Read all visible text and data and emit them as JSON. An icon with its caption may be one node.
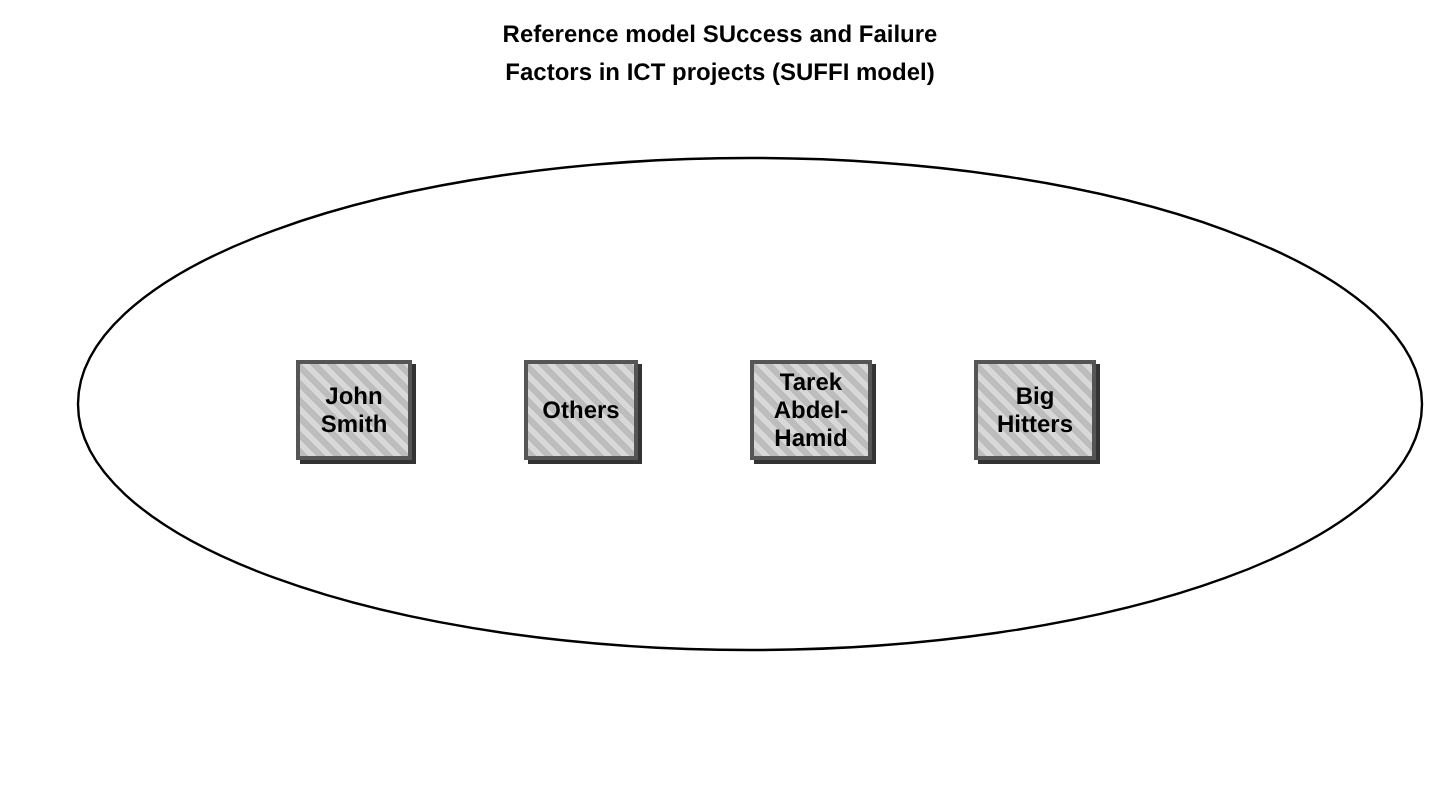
{
  "diagram": {
    "title": "Reference model SUccess and Failure Factors in ICT projects (SUFFI model)",
    "nodes": [
      {
        "text": [],
        "shape": "ellipse"
      },
      {
        "text": [
          "John Smith"
        ],
        "in": 0
      },
      {
        "text": [
          "Others"
        ],
        "in": 0
      },
      {
        "text": [
          "Tarek Abdel-Hamid"
        ],
        "in": 0
      },
      {
        "text": [
          "Big Hitters"
        ],
        "in": 0
      }
    ]
  }
}
